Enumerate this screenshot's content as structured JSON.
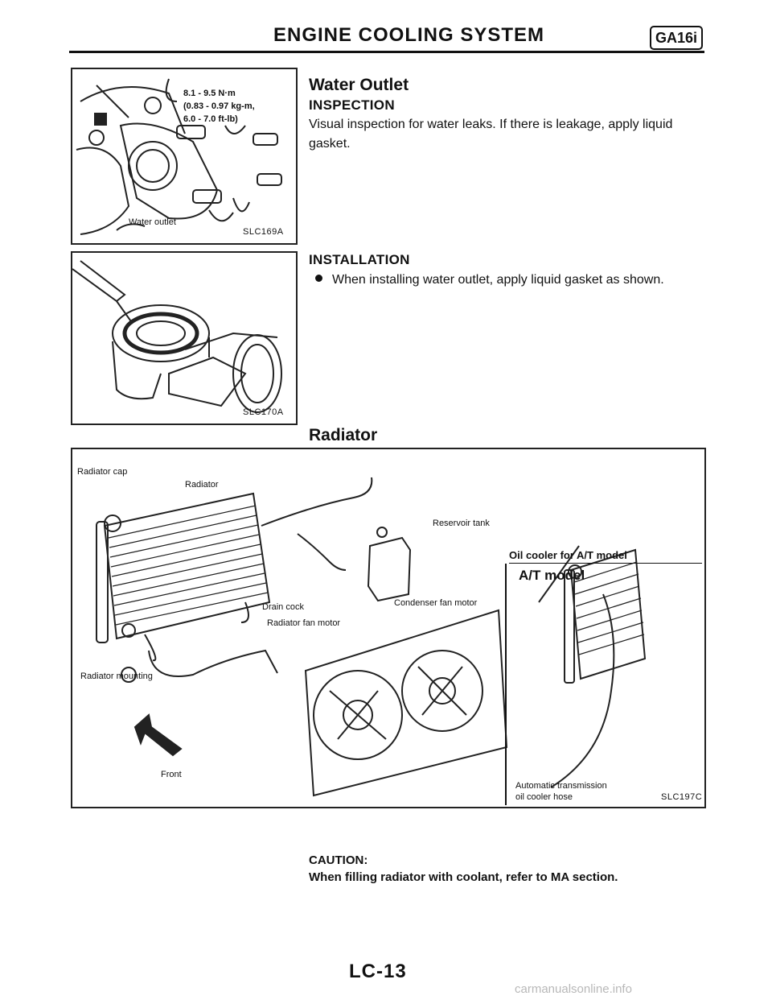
{
  "header": {
    "title": "ENGINE COOLING SYSTEM",
    "code": "GA16i"
  },
  "figure1": {
    "id": "SLC169A",
    "torque_lines": [
      "8.1 - 9.5 N·m",
      "(0.83 - 0.97 kg-m,",
      "6.0 - 7.0 ft-lb)"
    ],
    "label_water_outlet": "Water outlet"
  },
  "figure2": {
    "id": "SLC170A"
  },
  "water_outlet": {
    "title": "Water Outlet",
    "inspection_heading": "INSPECTION",
    "inspection_lines": [
      "Visual inspection for water leaks. If there is leakage, apply liquid",
      "gasket."
    ],
    "installation_heading": "INSTALLATION",
    "installation_bullet": "When installing water outlet, apply liquid gasket as shown."
  },
  "radiator": {
    "title": "Radiator",
    "figure": {
      "id": "SLC197C",
      "labels": {
        "radiator_cap": "Radiator cap",
        "radiator": "Radiator",
        "reservoir_tank": "Reservoir tank",
        "drain_cock": "Drain cock",
        "condenser_fan_motor": "Condenser fan motor",
        "radiator_fan_motor": "Radiator fan motor",
        "radiator_mounting": "Radiator mounting",
        "front": "Front",
        "oil_cooler_heading": "Oil cooler for A/T model",
        "at_model": "A/T model",
        "at_hose_line1": "Automatic transmission",
        "at_hose_line2": "oil cooler hose"
      }
    }
  },
  "caution": {
    "line1": "CAUTION:",
    "line2": "When filling radiator with coolant, refer to MA section."
  },
  "footer": {
    "page_number": "LC-13",
    "watermark": "carmanualsonline.info"
  }
}
